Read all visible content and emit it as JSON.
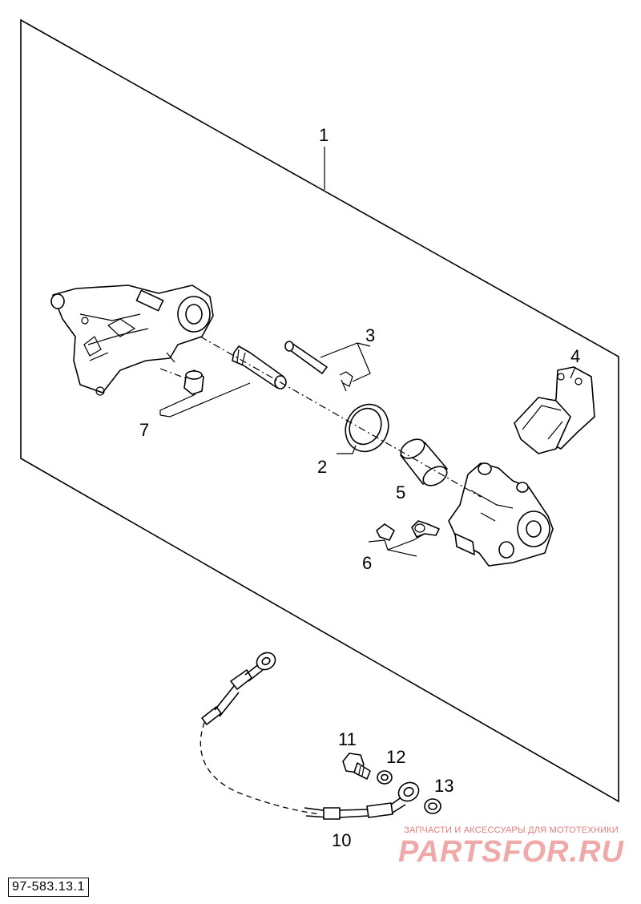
{
  "diagram": {
    "callouts": {
      "c1": "1",
      "c2": "2",
      "c3": "3",
      "c4": "4",
      "c5": "5",
      "c6": "6",
      "c7": "7",
      "c10": "10",
      "c11": "11",
      "c12": "12",
      "c13": "13"
    },
    "code": "97-583.13.1"
  },
  "watermark": {
    "tagline": "ЗАПЧАСТИ И АКСЕССУАРЫ ДЛЯ МОТОТЕХНИКИ",
    "logo": "PARTSFOR.RU"
  },
  "colors": {
    "watermark": "#e25555",
    "line": "#000000",
    "background": "#ffffff"
  }
}
